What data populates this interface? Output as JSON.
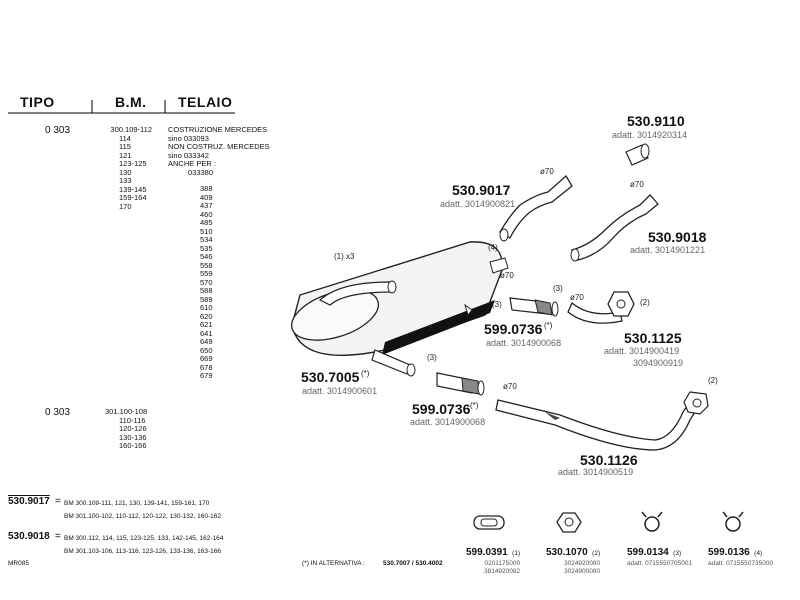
{
  "table": {
    "headers": [
      "TIPO",
      "B.M.",
      "TELAIO"
    ],
    "block1": {
      "tipo": "0 303",
      "bm": [
        "300.109-112",
        "114",
        "115",
        "121",
        "123-125",
        "130",
        "133",
        "139-145",
        "159-164",
        "170"
      ],
      "telaio_notes": [
        "COSTRUZIONE MERCEDES",
        "sino 033093",
        "NON COSTRUZ. MERCEDES",
        "sino 033342",
        "ANCHE PER :",
        "033380"
      ],
      "telaio_numbers": [
        "388",
        "409",
        "437",
        "460",
        "485",
        "510",
        "534",
        "535",
        "546",
        "558",
        "559",
        "570",
        "588",
        "589",
        "610",
        "620",
        "621",
        "641",
        "649",
        "650",
        "669",
        "678",
        "679"
      ]
    },
    "block2": {
      "tipo": "0 303",
      "bm": [
        "301.100-108",
        "110-116",
        "120-126",
        "130-136",
        "160-166"
      ]
    }
  },
  "legend": [
    {
      "code": "530.9017",
      "eq": "=",
      "lines": [
        "BM 300.109-111, 121, 130, 139-141, 159-161, 170",
        "BM 301.100-102, 110-112, 120-122, 130-132, 160-162"
      ]
    },
    {
      "code": "530.9018",
      "eq": "=",
      "lines": [
        "BM 300.112, 114, 115, 123-125, 133, 142-145, 162-164",
        "BM 301.103-106, 113-116, 123-126, 133-136, 163-166"
      ]
    }
  ],
  "footer": {
    "code": "MR085",
    "note_prefix": "(*) IN ALTERNATIVA :",
    "note_values": "530.7007 / 530.4002"
  },
  "parts": {
    "p9110": {
      "code": "530.9110",
      "adatt": "adatt. 3014920314"
    },
    "p9017": {
      "code": "530.9017",
      "adatt": "adatt. 3014900821",
      "dia": "ø70"
    },
    "p9018": {
      "code": "530.9018",
      "adatt": "adatt. 3014901221",
      "dia": "ø70"
    },
    "p7005": {
      "code": "530.7005",
      "mark": "(*)",
      "adatt": "adatt. 3014900601",
      "ann_x3": "(1) x3",
      "ann_4": "(4)",
      "dia": "ø70"
    },
    "p0736a": {
      "code": "599.0736",
      "mark": "(*)",
      "adatt": "adatt. 3014900068",
      "ann": "(3)",
      "ann2": "(3)"
    },
    "p1125": {
      "code": "530.1125",
      "adatt": "adatt. 3014900419",
      "adatt2": "3094900919",
      "ann": "(2)",
      "dia": "ø70"
    },
    "p0736b": {
      "code": "599.0736",
      "mark": "(*)",
      "adatt": "adatt. 3014900068",
      "ann": "(3)"
    },
    "p1126": {
      "code": "530.1126",
      "adatt": "adatt. 3014900519",
      "ann": "(2)",
      "dia": "ø70"
    }
  },
  "accessories": [
    {
      "code": "599.0391",
      "ann": "(1)",
      "refs": [
        "0201175000",
        "3814920082"
      ]
    },
    {
      "code": "530.1070",
      "ann": "(2)",
      "refs": [
        "3024920080",
        "3024900080"
      ]
    },
    {
      "code": "599.0134",
      "ann": "(3)",
      "refs": [
        "adatt. 0715550705001"
      ]
    },
    {
      "code": "599.0136",
      "ann": "(4)",
      "refs": [
        "adatt. 0715550735000"
      ]
    }
  ]
}
